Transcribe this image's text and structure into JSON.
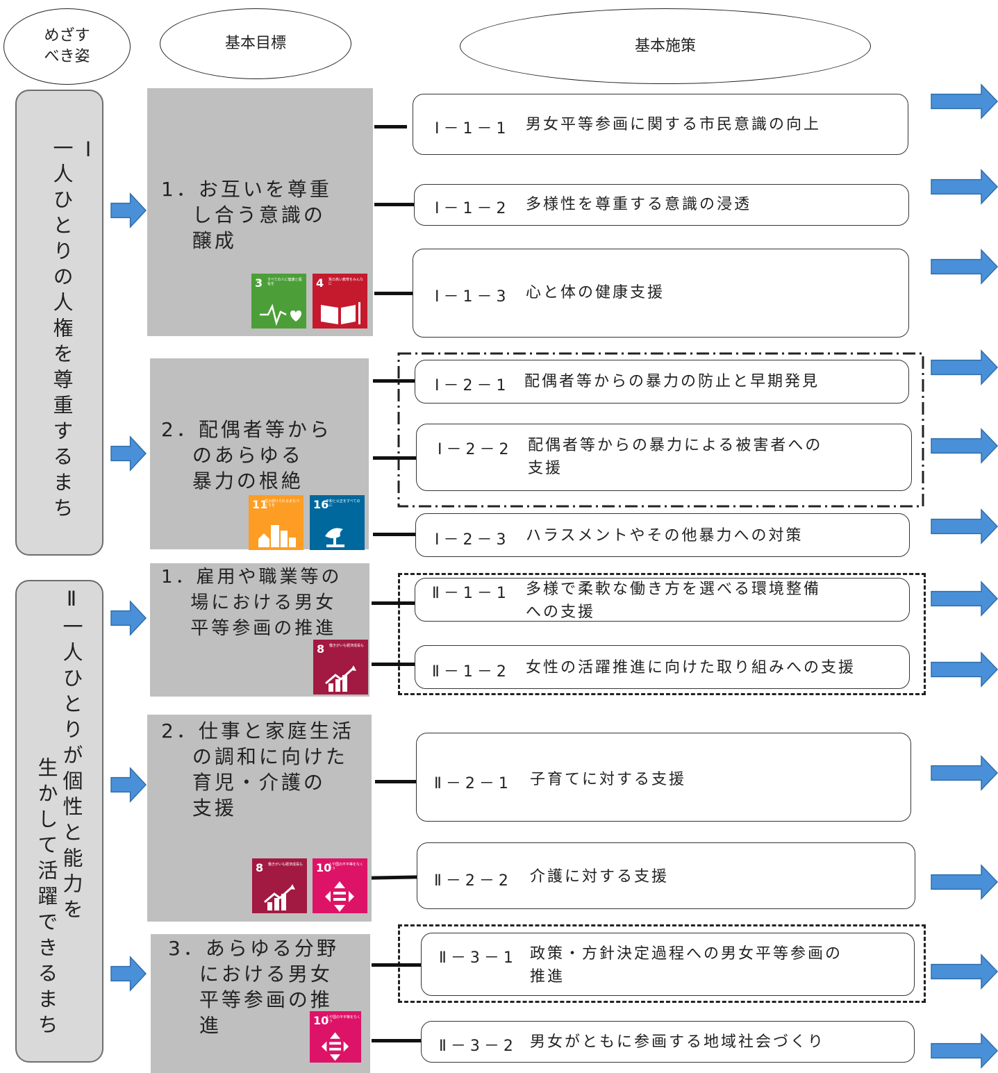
{
  "headers": {
    "vision": "めざす\nべき姿",
    "goal": "基本目標",
    "policy": "基本施策"
  },
  "visions": [
    {
      "text": "Ⅰ\n一人ひとりの人権を尊重するまち"
    },
    {
      "text_col1": "Ⅱ一人ひとりが個性と能力を",
      "text_col2": "生かして活躍できるまち"
    }
  ],
  "goals": [
    {
      "title": "1．お互いを尊重\n　 し合う意識の\n　 醸成"
    },
    {
      "title": "2．配偶者等から\n　 のあらゆる\n　 暴力の根絶"
    },
    {
      "title": "1．雇用や職業等の\n　 場における男女\n　 平等参画の推進"
    },
    {
      "title": "2．仕事と家庭生活\n　 の調和に向けた\n　 育児・介護の\n　 支援"
    },
    {
      "title": "3．あらゆる分野\n　 における男女\n　 平等参画の推\n　 進"
    }
  ],
  "policies": [
    {
      "id": "Ⅰ－1－1",
      "text": "男女平等参画に関する市民意識の向上"
    },
    {
      "id": "Ⅰ－1－2",
      "text": "多様性を尊重する意識の浸透"
    },
    {
      "id": "Ⅰ－1－3",
      "text": "心と体の健康支援"
    },
    {
      "id": "Ⅰ－2－1",
      "text": "配偶者等からの暴力の防止と早期発見"
    },
    {
      "id": "Ⅰ－2－2",
      "text": "配偶者等からの暴力による被害者への\n支援"
    },
    {
      "id": "Ⅰ－2－3",
      "text": "ハラスメントやその他暴力への対策"
    },
    {
      "id": "Ⅱ－1－1",
      "text": "多様で柔軟な働き方を選べる環境整備\nへの支援"
    },
    {
      "id": "Ⅱ－1－2",
      "text": "女性の活躍推進に向けた取り組みへの支援"
    },
    {
      "id": "Ⅱ－2－1",
      "text": "子育てに対する支援"
    },
    {
      "id": "Ⅱ－2－2",
      "text": "介護に対する支援"
    },
    {
      "id": "Ⅱ－3－1",
      "text": "政策・方針決定過程への男女平等参画の\n推進"
    },
    {
      "id": "Ⅱ－3－2",
      "text": "男女がともに参画する地域社会づくり"
    }
  ],
  "sdgs": [
    {
      "num": "3",
      "caption": "すべての人に健康と福祉を",
      "color": "#4c9f38",
      "icon": "heartbeat-icon"
    },
    {
      "num": "4",
      "caption": "質の高い教育をみんなに",
      "color": "#c5192d",
      "icon": "book-icon"
    },
    {
      "num": "11",
      "caption": "住み続けられるまちづくりを",
      "color": "#fd9d24",
      "icon": "city-icon"
    },
    {
      "num": "16",
      "caption": "平和と公正をすべての人に",
      "color": "#00689d",
      "icon": "dove-icon"
    },
    {
      "num": "8",
      "caption": "働きがいも経済成長も",
      "color": "#a21942",
      "icon": "growth-chart-icon"
    },
    {
      "num": "8",
      "caption": "働きがいも経済成長も",
      "color": "#a21942",
      "icon": "growth-chart-icon"
    },
    {
      "num": "10",
      "caption": "人や国の不平等をなくそう",
      "color": "#dd1367",
      "icon": "equality-icon"
    },
    {
      "num": "10",
      "caption": "人や国の不平等をなくそう",
      "color": "#dd1367",
      "icon": "equality-icon"
    }
  ],
  "colors": {
    "arrow_fill": "#4a90d9",
    "arrow_stroke": "#2f6ea8",
    "goal_bg": "#bfbfbf",
    "vision_bg": "#d9d9d9"
  }
}
